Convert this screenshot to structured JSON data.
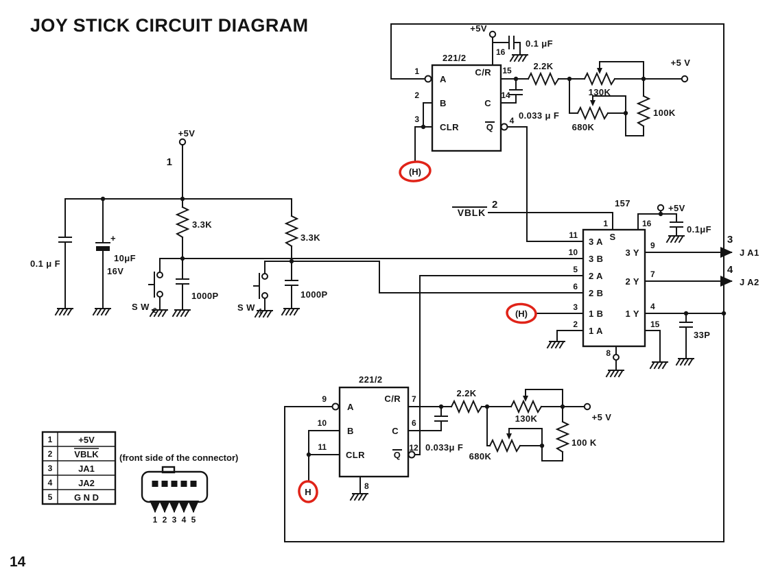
{
  "title": "JOY STICK CIRCUIT DIAGRAM",
  "page_number": "14",
  "colors": {
    "annotation_red": "#e02318",
    "ink": "#141414",
    "paper": "#ffffff"
  },
  "annotations": {
    "h_top": "(H)",
    "h_m": "(H)",
    "h_bottom": "H"
  },
  "left": {
    "supply": "+5V",
    "pin_no": "1",
    "cap_bypass": "0.1 μ F",
    "cap_elec_plus": "+",
    "cap_elec_value": "10μF",
    "cap_elec_voltage": "16V",
    "r1": "3.3K",
    "r2": "3.3K",
    "sw2": "S W",
    "sw2_sub": "2",
    "cap_sw2": "1000P",
    "sw1": "S W",
    "sw1_sub": "1",
    "cap_sw1": "1000P"
  },
  "vblk": {
    "label": "VBLK",
    "wire_no": "2"
  },
  "timer_top": {
    "part": "221/2",
    "pin_a": "A",
    "pin_b": "B",
    "pin_clr": "CLR",
    "pin_cr": "C/R",
    "pin_c": "C",
    "pin_q": "Q",
    "n_a": "1",
    "n_b": "2",
    "n_clr": "3",
    "n_vcc": "16",
    "n_cr": "15",
    "n_c": "14",
    "n_q": "4",
    "vcc": "+5V",
    "cap_vcc": "0.1 μF",
    "r_series": "2.2K",
    "pot1": "130K",
    "pot2": "680K",
    "r_fixed": "100K",
    "rail": "+5 V",
    "cap_timing": "0.033 μ F"
  },
  "timer_bottom": {
    "part": "221/2",
    "pin_a": "A",
    "pin_b": "B",
    "pin_clr": "CLR",
    "pin_cr": "C/R",
    "pin_c": "C",
    "pin_q": "Q",
    "n_a": "9",
    "n_b": "10",
    "n_clr": "11",
    "n_cr": "7",
    "n_c": "6",
    "n_q": "12",
    "n_gnd": "8",
    "r_series": "2.2K",
    "pot1": "130K",
    "pot2": "680K",
    "r_fixed": "100 K",
    "rail": "+5 V",
    "cap_timing": "0.033μ F"
  },
  "mux": {
    "part": "157",
    "pin_s": "S",
    "n_s": "1",
    "n_vcc": "16",
    "vcc": "+5V",
    "cap_vcc": "0.1μF",
    "in_3a": "3 A",
    "n_3a": "11",
    "in_3b": "3 B",
    "n_3b": "10",
    "in_2a": "2 A",
    "n_2a": "5",
    "in_2b": "2 B",
    "n_2b": "6",
    "in_1b": "1 B",
    "n_1b": "3",
    "in_1a": "1 A",
    "n_1a": "2",
    "out_3y": "3 Y",
    "n_3y": "9",
    "out_2y": "2 Y",
    "n_2y": "7",
    "out_1y": "1 Y",
    "n_1y": "4",
    "n_15": "15",
    "n_gnd": "8",
    "cap_out": "33P",
    "ja1_no": "3",
    "ja1": "J A1",
    "ja2_no": "4",
    "ja2": "J A2"
  },
  "connector": {
    "caption": "(front side of the connector)",
    "rows": [
      {
        "pin": "1",
        "signal": "+5V"
      },
      {
        "pin": "2",
        "signal": "VBLK"
      },
      {
        "pin": "3",
        "signal": "JA1"
      },
      {
        "pin": "4",
        "signal": "JA2"
      },
      {
        "pin": "5",
        "signal": "G N D"
      }
    ],
    "pins": [
      "1",
      "2",
      "3",
      "4",
      "5"
    ]
  }
}
